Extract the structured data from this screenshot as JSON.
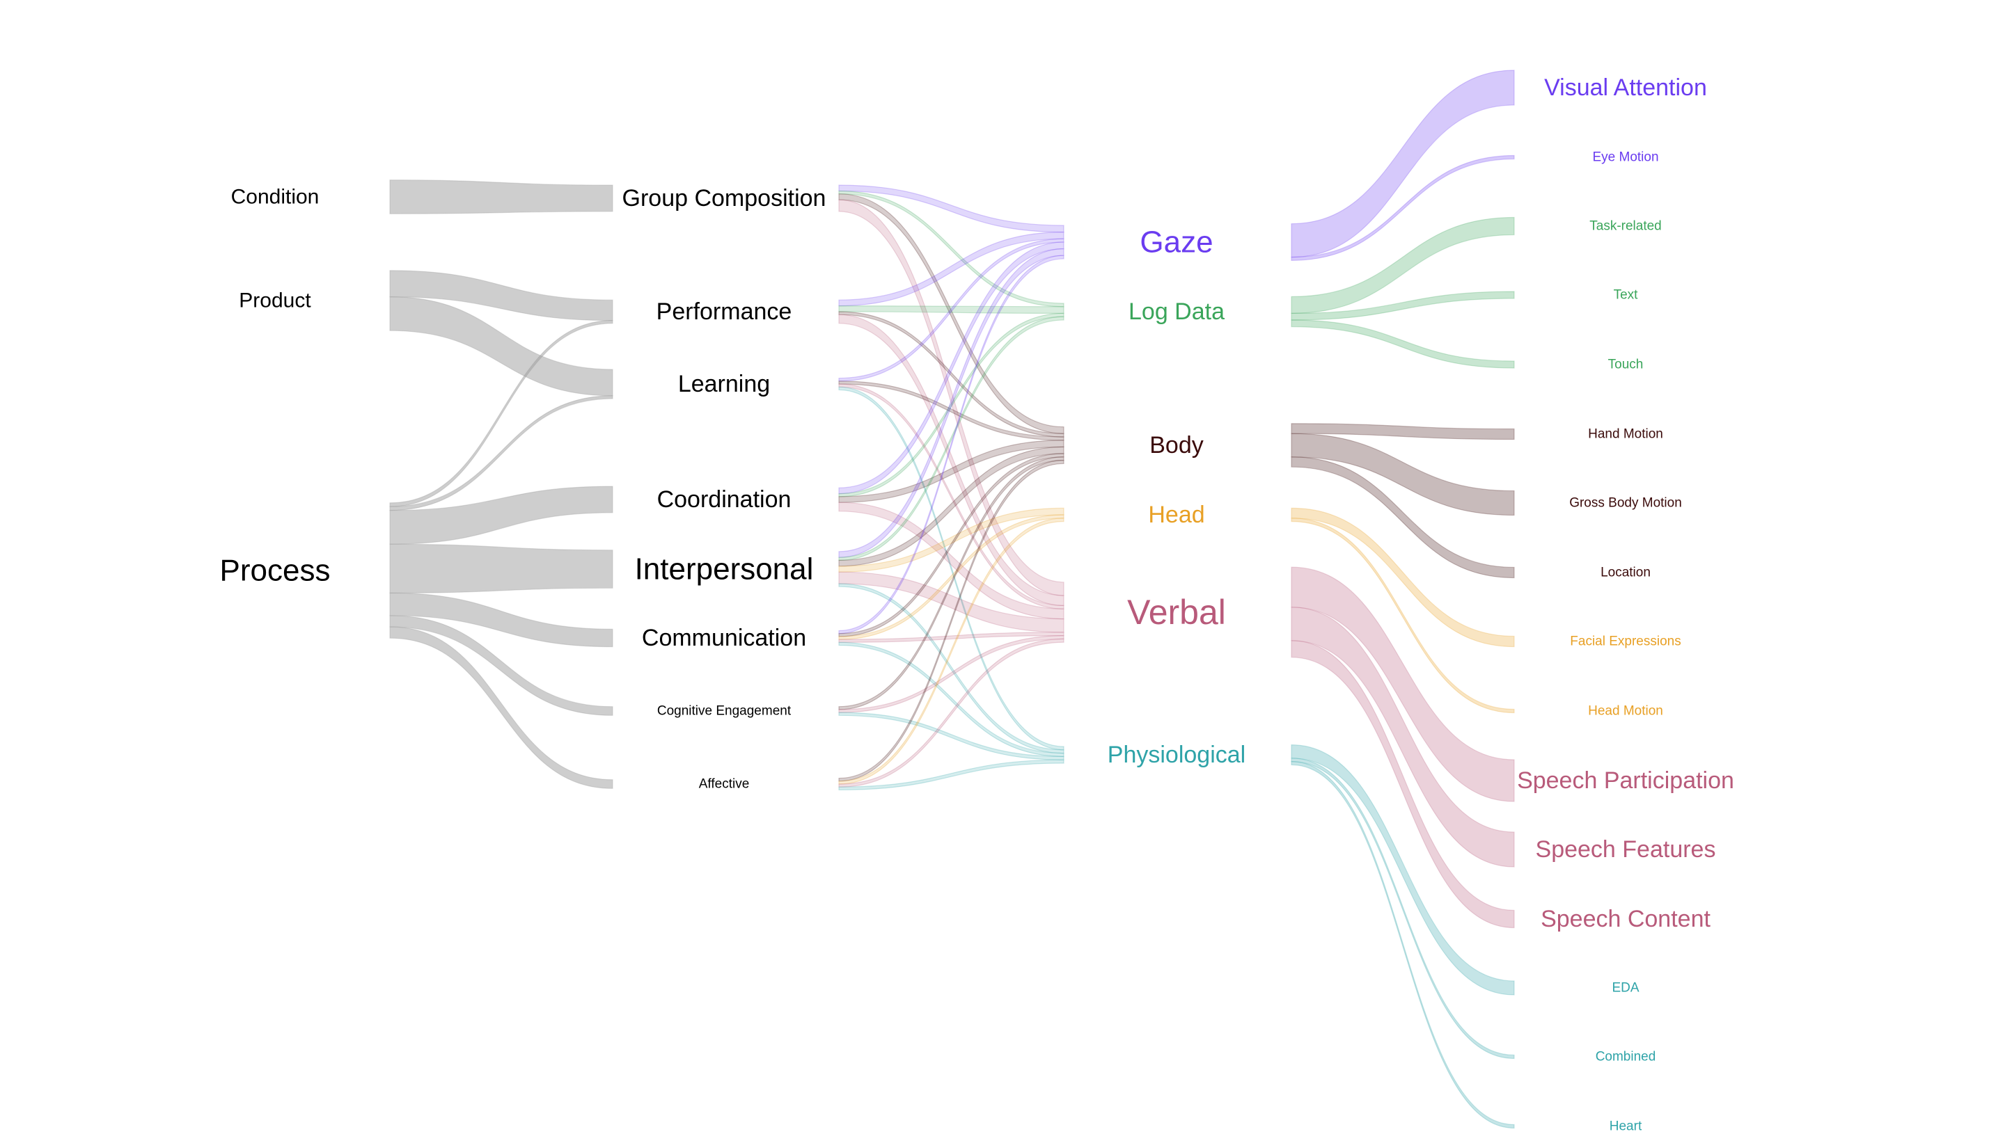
{
  "chart_data": {
    "type": "sankey",
    "title": "",
    "colors": {
      "neutral": "#9e9e9e",
      "Gaze": "#6a3cf0",
      "Log Data": "#3aa55a",
      "Body": "#3a0a0a",
      "Head": "#e8a025",
      "Verbal": "#b85a7a",
      "Physiological": "#2ea3a8"
    },
    "columns": [
      {
        "nodes": [
          {
            "label": "Condition",
            "value": 9,
            "color": "#000000",
            "size": "m"
          },
          {
            "label": "Product",
            "value": 16,
            "color": "#000000",
            "size": "m"
          },
          {
            "label": "Process",
            "value": 60,
            "color": "#000000",
            "size": "xl"
          }
        ]
      },
      {
        "nodes": [
          {
            "label": "Group Composition",
            "value": 9,
            "color": "#000000",
            "size": "l"
          },
          {
            "label": "Performance",
            "value": 8,
            "color": "#000000",
            "size": "l"
          },
          {
            "label": "Learning",
            "value": 3,
            "color": "#000000",
            "size": "l"
          },
          {
            "label": "Coordination",
            "value": 8,
            "color": "#000000",
            "size": "l"
          },
          {
            "label": "Interpersonal",
            "value": 12,
            "color": "#000000",
            "size": "xl"
          },
          {
            "label": "Communication",
            "value": 5,
            "color": "#000000",
            "size": "l"
          },
          {
            "label": "Cognitive Engagement",
            "value": 1,
            "color": "#000000",
            "size": "s"
          },
          {
            "label": "Affective",
            "value": 1,
            "color": "#000000",
            "size": "s"
          }
        ]
      },
      {
        "nodes": [
          {
            "label": "Gaze",
            "value": 10,
            "color": "#6a3cf0",
            "size": "xl"
          },
          {
            "label": "Log Data",
            "value": 5,
            "color": "#3aa55a",
            "size": "l"
          },
          {
            "label": "Body",
            "value": 11,
            "color": "#3a0a0a",
            "size": "l"
          },
          {
            "label": "Head",
            "value": 4,
            "color": "#e8a025",
            "size": "l"
          },
          {
            "label": "Verbal",
            "value": 21,
            "color": "#b85a7a",
            "size": "xxl"
          },
          {
            "label": "Physiological",
            "value": 6,
            "color": "#2ea3a8",
            "size": "l"
          }
        ]
      },
      {
        "nodes": [
          {
            "label": "Visual Attention",
            "value": 10,
            "color": "#6a3cf0",
            "size": "l"
          },
          {
            "label": "Eye Motion",
            "value": 1,
            "color": "#6a3cf0",
            "size": "s"
          },
          {
            "label": "Task-related",
            "value": 5,
            "color": "#3aa55a",
            "size": "s"
          },
          {
            "label": "Text",
            "value": 2,
            "color": "#3aa55a",
            "size": "s"
          },
          {
            "label": "Touch",
            "value": 2,
            "color": "#3aa55a",
            "size": "s"
          },
          {
            "label": "Hand Motion",
            "value": 3,
            "color": "#3a0a0a",
            "size": "s"
          },
          {
            "label": "Gross Body Motion",
            "value": 7,
            "color": "#3a0a0a",
            "size": "s"
          },
          {
            "label": "Location",
            "value": 3,
            "color": "#3a0a0a",
            "size": "s"
          },
          {
            "label": "Facial Expressions",
            "value": 3,
            "color": "#e8a025",
            "size": "s"
          },
          {
            "label": "Head Motion",
            "value": 1,
            "color": "#e8a025",
            "size": "s"
          },
          {
            "label": "Speech Participation",
            "value": 12,
            "color": "#b85a7a",
            "size": "l"
          },
          {
            "label": "Speech Features",
            "value": 10,
            "color": "#b85a7a",
            "size": "l"
          },
          {
            "label": "Speech Content",
            "value": 5,
            "color": "#b85a7a",
            "size": "l"
          },
          {
            "label": "EDA",
            "value": 4,
            "color": "#2ea3a8",
            "size": "s"
          },
          {
            "label": "Combined",
            "value": 1,
            "color": "#2ea3a8",
            "size": "s"
          },
          {
            "label": "Heart",
            "value": 1,
            "color": "#2ea3a8",
            "size": "s"
          }
        ]
      }
    ],
    "links": [
      {
        "source": "Condition",
        "target": "Group Composition",
        "value": 9
      },
      {
        "source": "Product",
        "target": "Performance",
        "value": 7
      },
      {
        "source": "Product",
        "target": "Learning",
        "value": 9
      },
      {
        "source": "Process",
        "target": "Performance",
        "value": 1
      },
      {
        "source": "Process",
        "target": "Learning",
        "value": 1
      },
      {
        "source": "Process",
        "target": "Coordination",
        "value": 9
      },
      {
        "source": "Process",
        "target": "Interpersonal",
        "value": 13
      },
      {
        "source": "Process",
        "target": "Communication",
        "value": 6
      },
      {
        "source": "Process",
        "target": "Cognitive Engagement",
        "value": 3
      },
      {
        "source": "Process",
        "target": "Affective",
        "value": 3
      },
      {
        "source": "Group Composition",
        "target": "Gaze",
        "value": 2
      },
      {
        "source": "Group Composition",
        "target": "Log Data",
        "value": 1
      },
      {
        "source": "Group Composition",
        "target": "Body",
        "value": 2
      },
      {
        "source": "Group Composition",
        "target": "Verbal",
        "value": 4
      },
      {
        "source": "Performance",
        "target": "Gaze",
        "value": 2
      },
      {
        "source": "Performance",
        "target": "Log Data",
        "value": 2
      },
      {
        "source": "Performance",
        "target": "Body",
        "value": 1
      },
      {
        "source": "Performance",
        "target": "Verbal",
        "value": 3
      },
      {
        "source": "Learning",
        "target": "Gaze",
        "value": 1
      },
      {
        "source": "Learning",
        "target": "Body",
        "value": 1
      },
      {
        "source": "Learning",
        "target": "Verbal",
        "value": 1
      },
      {
        "source": "Learning",
        "target": "Physiological",
        "value": 1
      },
      {
        "source": "Coordination",
        "target": "Gaze",
        "value": 2
      },
      {
        "source": "Coordination",
        "target": "Log Data",
        "value": 1
      },
      {
        "source": "Coordination",
        "target": "Body",
        "value": 2
      },
      {
        "source": "Coordination",
        "target": "Verbal",
        "value": 3
      },
      {
        "source": "Interpersonal",
        "target": "Gaze",
        "value": 2
      },
      {
        "source": "Interpersonal",
        "target": "Log Data",
        "value": 1
      },
      {
        "source": "Interpersonal",
        "target": "Body",
        "value": 2
      },
      {
        "source": "Interpersonal",
        "target": "Head",
        "value": 2
      },
      {
        "source": "Interpersonal",
        "target": "Verbal",
        "value": 4
      },
      {
        "source": "Interpersonal",
        "target": "Physiological",
        "value": 1
      },
      {
        "source": "Communication",
        "target": "Gaze",
        "value": 1
      },
      {
        "source": "Communication",
        "target": "Body",
        "value": 1
      },
      {
        "source": "Communication",
        "target": "Head",
        "value": 1
      },
      {
        "source": "Communication",
        "target": "Verbal",
        "value": 1
      },
      {
        "source": "Communication",
        "target": "Physiological",
        "value": 1
      },
      {
        "source": "Cognitive Engagement",
        "target": "Body",
        "value": 1
      },
      {
        "source": "Cognitive Engagement",
        "target": "Verbal",
        "value": 1
      },
      {
        "source": "Cognitive Engagement",
        "target": "Physiological",
        "value": 1
      },
      {
        "source": "Affective",
        "target": "Body",
        "value": 1
      },
      {
        "source": "Affective",
        "target": "Head",
        "value": 1
      },
      {
        "source": "Affective",
        "target": "Verbal",
        "value": 1
      },
      {
        "source": "Affective",
        "target": "Physiological",
        "value": 1
      },
      {
        "source": "Gaze",
        "target": "Visual Attention",
        "value": 10
      },
      {
        "source": "Gaze",
        "target": "Eye Motion",
        "value": 1
      },
      {
        "source": "Log Data",
        "target": "Task-related",
        "value": 5
      },
      {
        "source": "Log Data",
        "target": "Text",
        "value": 2
      },
      {
        "source": "Log Data",
        "target": "Touch",
        "value": 2
      },
      {
        "source": "Body",
        "target": "Hand Motion",
        "value": 3
      },
      {
        "source": "Body",
        "target": "Gross Body Motion",
        "value": 7
      },
      {
        "source": "Body",
        "target": "Location",
        "value": 3
      },
      {
        "source": "Head",
        "target": "Facial Expressions",
        "value": 3
      },
      {
        "source": "Head",
        "target": "Head Motion",
        "value": 1
      },
      {
        "source": "Verbal",
        "target": "Speech Participation",
        "value": 12
      },
      {
        "source": "Verbal",
        "target": "Speech Features",
        "value": 10
      },
      {
        "source": "Verbal",
        "target": "Speech Content",
        "value": 5
      },
      {
        "source": "Physiological",
        "target": "EDA",
        "value": 4
      },
      {
        "source": "Physiological",
        "target": "Combined",
        "value": 1
      },
      {
        "source": "Physiological",
        "target": "Heart",
        "value": 1
      }
    ]
  }
}
